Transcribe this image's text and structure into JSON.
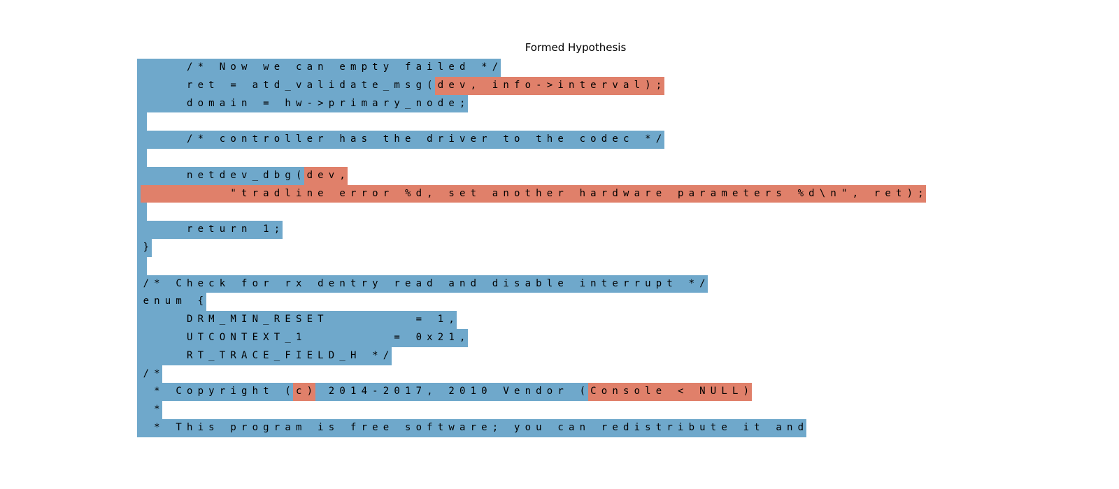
{
  "title": "Formed Hypothesis",
  "colors": {
    "blue": "#6fa8cb",
    "red": "#e0806a"
  },
  "lines": [
    {
      "text": "    /* Now we can empty failed */",
      "highlights": []
    },
    {
      "text": "    ret = atd_validate_msg(dev, info->interval);",
      "highlights": [
        [
          27,
          47
        ]
      ]
    },
    {
      "text": "    domain = hw->primary_node;",
      "highlights": []
    },
    {
      "text": "",
      "highlights": []
    },
    {
      "text": "    /* controller has the driver to the codec */",
      "highlights": []
    },
    {
      "text": "",
      "highlights": []
    },
    {
      "text": "    netdev_dbg(dev,",
      "highlights": [
        [
          15,
          20
        ]
      ]
    },
    {
      "text": "        \"tradline error %d, set another hardware parameters %d\\n\", ret);",
      "highlights": [
        [
          0,
          71
        ]
      ]
    },
    {
      "text": "",
      "highlights": []
    },
    {
      "text": "    return 1;",
      "highlights": []
    },
    {
      "text": "}",
      "highlights": []
    },
    {
      "text": "",
      "highlights": []
    },
    {
      "text": "/* Check for rx dentry read and disable interrupt */",
      "highlights": []
    },
    {
      "text": "enum {",
      "highlights": []
    },
    {
      "text": "    DRM_MIN_RESET        = 1,",
      "highlights": []
    },
    {
      "text": "    UTCONTEXT_1        = 0x21,",
      "highlights": []
    },
    {
      "text": "    RT_TRACE_FIELD_H */",
      "highlights": []
    },
    {
      "text": "/*",
      "highlights": []
    },
    {
      "text": " * Copyright (c) 2014-2017, 2010 Vendor (Console < NULL)",
      "highlights": [
        [
          14,
          15
        ],
        [
          41,
          55
        ]
      ]
    },
    {
      "text": " *",
      "highlights": []
    },
    {
      "text": " * This program is free software; you can redistribute it and",
      "highlights": []
    }
  ]
}
